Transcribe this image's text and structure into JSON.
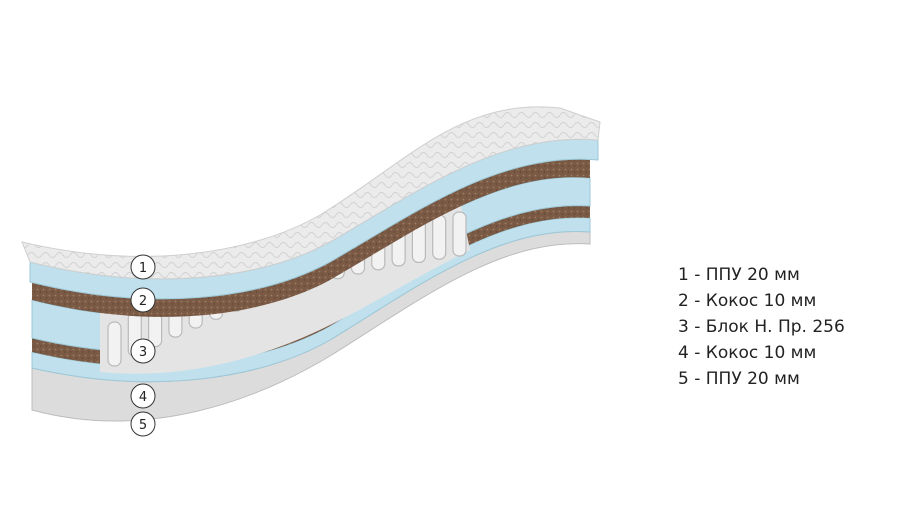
{
  "diagram": {
    "layers": [
      {
        "number": "1",
        "label": "1 - ППУ 20 мм",
        "material": "foam"
      },
      {
        "number": "2",
        "label": "2 - Кокос 10 мм",
        "material": "coconut"
      },
      {
        "number": "3",
        "label": "3 - Блок Н. Пр. 256",
        "material": "spring-block"
      },
      {
        "number": "4",
        "label": "4 - Кокос 10 мм",
        "material": "coconut"
      },
      {
        "number": "5",
        "label": "5 - ППУ 20 мм",
        "material": "foam"
      }
    ],
    "colors": {
      "cover": "#e6e6e6",
      "foam": "#bfe0ec",
      "coconut": "#7a5a45",
      "springs": "#d8d8d8",
      "text": "#222222"
    }
  }
}
